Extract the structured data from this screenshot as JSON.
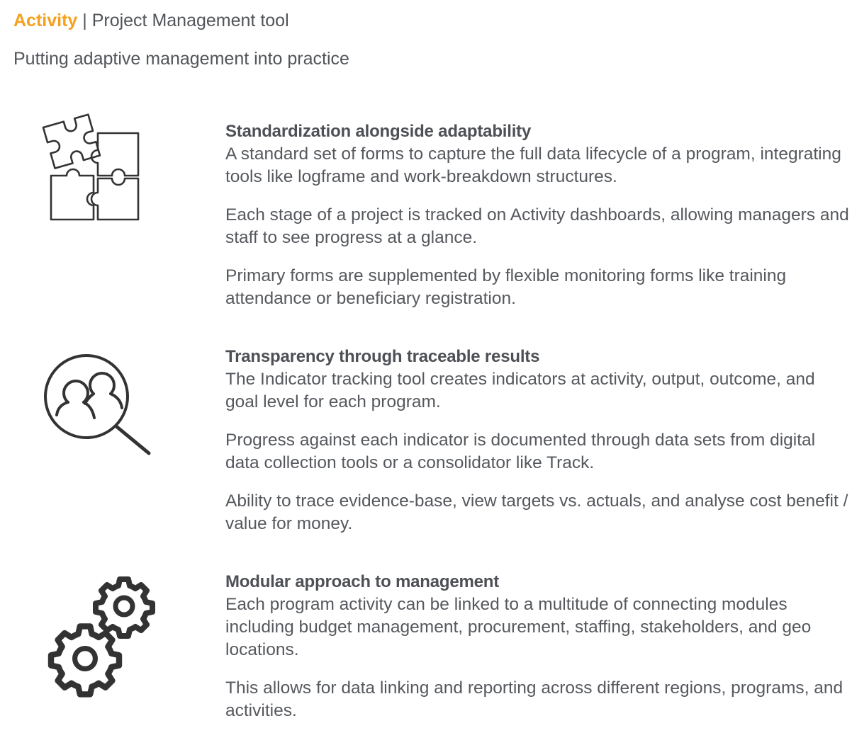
{
  "header": {
    "brand": "Activity",
    "separator_subtitle": " | Project Management tool",
    "tagline": "Putting adaptive management into practice"
  },
  "features": [
    {
      "icon": "puzzle-icon",
      "title": "Standardization alongside adaptability",
      "paragraphs": [
        "A standard set of forms to capture the full data lifecycle of a program, integrating tools like logframe and work-breakdown structures.",
        "Each stage of a project is tracked on Activity dashboards, allowing managers and staff to see progress at a glance.",
        "Primary forms are supplemented by flexible monitoring forms like training attendance or beneficiary registration."
      ]
    },
    {
      "icon": "people-search-icon",
      "title": "Transparency through traceable results",
      "paragraphs": [
        "The Indicator tracking tool creates indicators at activity, output, outcome, and goal level for each program.",
        "Progress against each indicator is documented through data sets from digital data collection tools or a consolidator like Track.",
        "Ability to trace evidence-base, view targets vs. actuals, and analyse cost benefit / value for money."
      ]
    },
    {
      "icon": "gears-icon",
      "title": "Modular approach to management",
      "paragraphs": [
        "Each program activity can be linked to a multitude of connecting modules including budget management, procurement, staffing, stakeholders, and geo locations.",
        "This allows for data linking and reporting across different regions, programs, and activities."
      ]
    }
  ],
  "colors": {
    "brand": "#f5a11f",
    "text": "#55585d",
    "icon": "#333333"
  }
}
